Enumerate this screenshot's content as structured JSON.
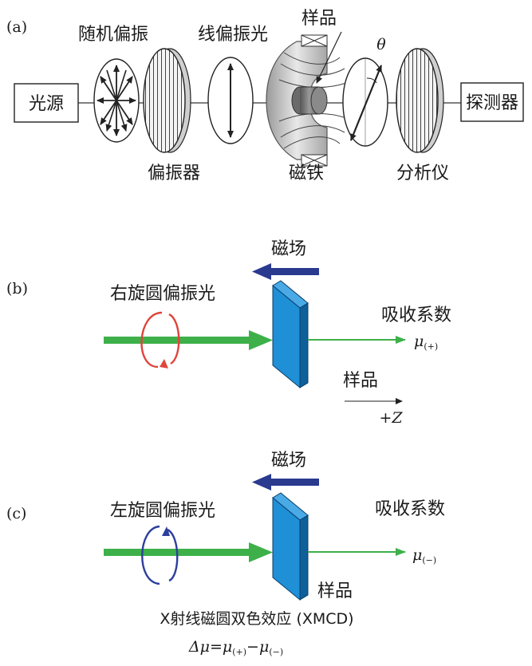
{
  "panel_a": {
    "tag": "(a)",
    "light_source": "光源",
    "random_polarization": "随机偏振",
    "polarizer": "偏振器",
    "linear_polarized_light": "线偏振光",
    "sample": "样品",
    "magnet": "磁铁",
    "analyzer": "分析仪",
    "detector": "探测器",
    "angle_symbol": "θ"
  },
  "panel_b": {
    "tag": "(b)",
    "magnetic_field": "磁场",
    "polarized_light": "右旋圆偏振光",
    "absorption_coefficient": "吸收系数",
    "mu_symbol": "μ",
    "mu_subscript": "(+)",
    "sample": "样品",
    "axis_label": "+Z",
    "polarization_color": "#e0443a"
  },
  "panel_c": {
    "tag": "(c)",
    "magnetic_field": "磁场",
    "polarized_light": "左旋圆偏振光",
    "absorption_coefficient": "吸收系数",
    "mu_symbol": "μ",
    "mu_subscript": "(−)",
    "sample": "样品",
    "effect_title": "X射线磁圆双色效应 (XMCD)",
    "formula_delta_mu": "Δμ",
    "formula_eq": "=",
    "formula_mu1": "μ",
    "formula_mu1_sub": "(+)",
    "formula_minus": "−",
    "formula_mu2": "μ",
    "formula_mu2_sub": "(−)",
    "polarization_color": "#2d3f9e"
  },
  "colors": {
    "beam": "#3db04a",
    "field_arrow": "#2a3a8f",
    "sample_face": "#1f8fd6",
    "sample_side": "#0f5f9a"
  }
}
